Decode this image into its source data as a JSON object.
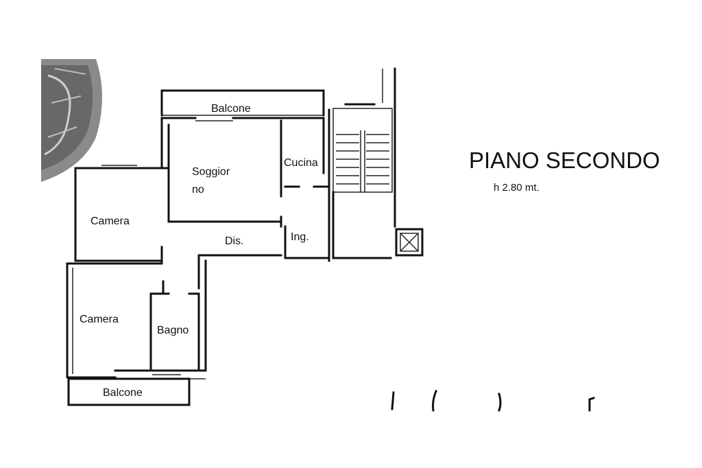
{
  "floor_title": "PIANO SECONDO",
  "ceiling_height": "h 2.80 mt.",
  "rooms": {
    "balcone_top": "Balcone",
    "soggiorno_line1": "Soggior",
    "soggiorno_line2": "no",
    "cucina": "Cucina",
    "camera_top": "Camera",
    "disimpegno": "Dis.",
    "ingresso": "Ing.",
    "camera_bottom": "Camera",
    "bagno": "Bagno",
    "balcone_bottom": "Balcone"
  }
}
